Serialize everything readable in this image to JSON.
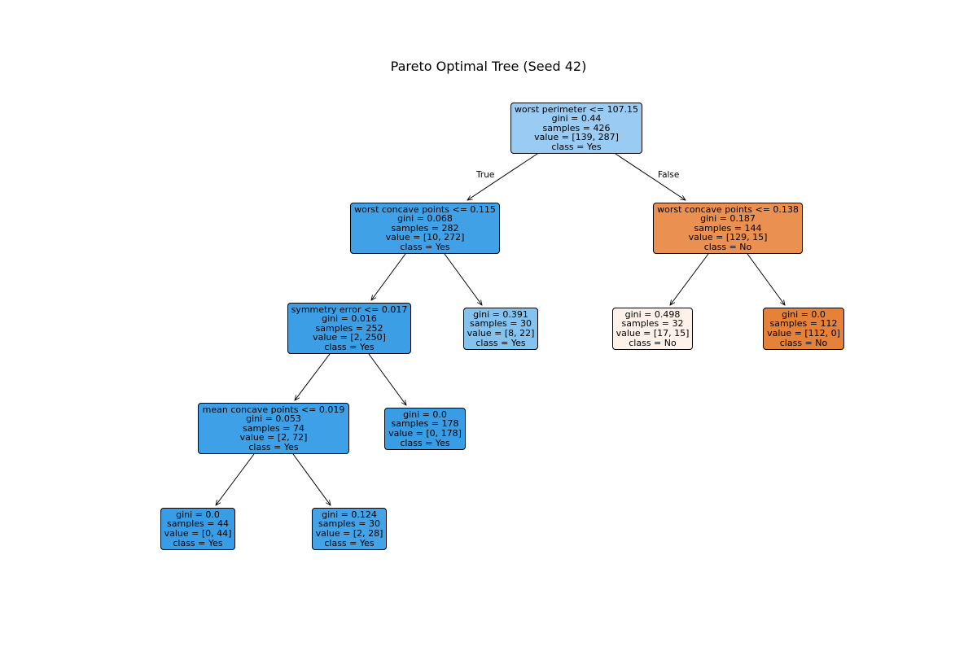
{
  "title": "Pareto Optimal Tree (Seed 42)",
  "edge_labels": {
    "true": "True",
    "false": "False"
  },
  "nodes": {
    "n0": {
      "color": "#9acbf3",
      "lines": [
        "worst perimeter <= 107.15",
        "gini = 0.44",
        "samples = 426",
        "value = [139, 287]",
        "class = Yes"
      ]
    },
    "n1": {
      "color": "#41a1e6",
      "lines": [
        "worst concave points <= 0.115",
        "gini = 0.068",
        "samples = 282",
        "value = [10, 272]",
        "class = Yes"
      ]
    },
    "n2": {
      "color": "#ea9050",
      "lines": [
        "worst concave points <= 0.138",
        "gini = 0.187",
        "samples = 144",
        "value = [129, 15]",
        "class = No"
      ]
    },
    "n3": {
      "color": "#3c9ee5",
      "lines": [
        "symmetry error <= 0.017",
        "gini = 0.016",
        "samples = 252",
        "value = [2, 250]",
        "class = Yes"
      ]
    },
    "n4": {
      "color": "#85c3ef",
      "lines": [
        "gini = 0.391",
        "samples = 30",
        "value = [8, 22]",
        "class = Yes"
      ]
    },
    "n5": {
      "color": "#fdf1e9",
      "lines": [
        "gini = 0.498",
        "samples = 32",
        "value = [17, 15]",
        "class = No"
      ]
    },
    "n6": {
      "color": "#e58139",
      "lines": [
        "gini = 0.0",
        "samples = 112",
        "value = [112, 0]",
        "class = No"
      ]
    },
    "n7": {
      "color": "#3ea0e6",
      "lines": [
        "mean concave points <= 0.019",
        "gini = 0.053",
        "samples = 74",
        "value = [2, 72]",
        "class = Yes"
      ]
    },
    "n8": {
      "color": "#399de5",
      "lines": [
        "gini = 0.0",
        "samples = 178",
        "value = [0, 178]",
        "class = Yes"
      ]
    },
    "n9": {
      "color": "#399de5",
      "lines": [
        "gini = 0.0",
        "samples = 44",
        "value = [0, 44]",
        "class = Yes"
      ]
    },
    "n10": {
      "color": "#44a2e6",
      "lines": [
        "gini = 0.124",
        "samples = 30",
        "value = [2, 28]",
        "class = Yes"
      ]
    }
  }
}
